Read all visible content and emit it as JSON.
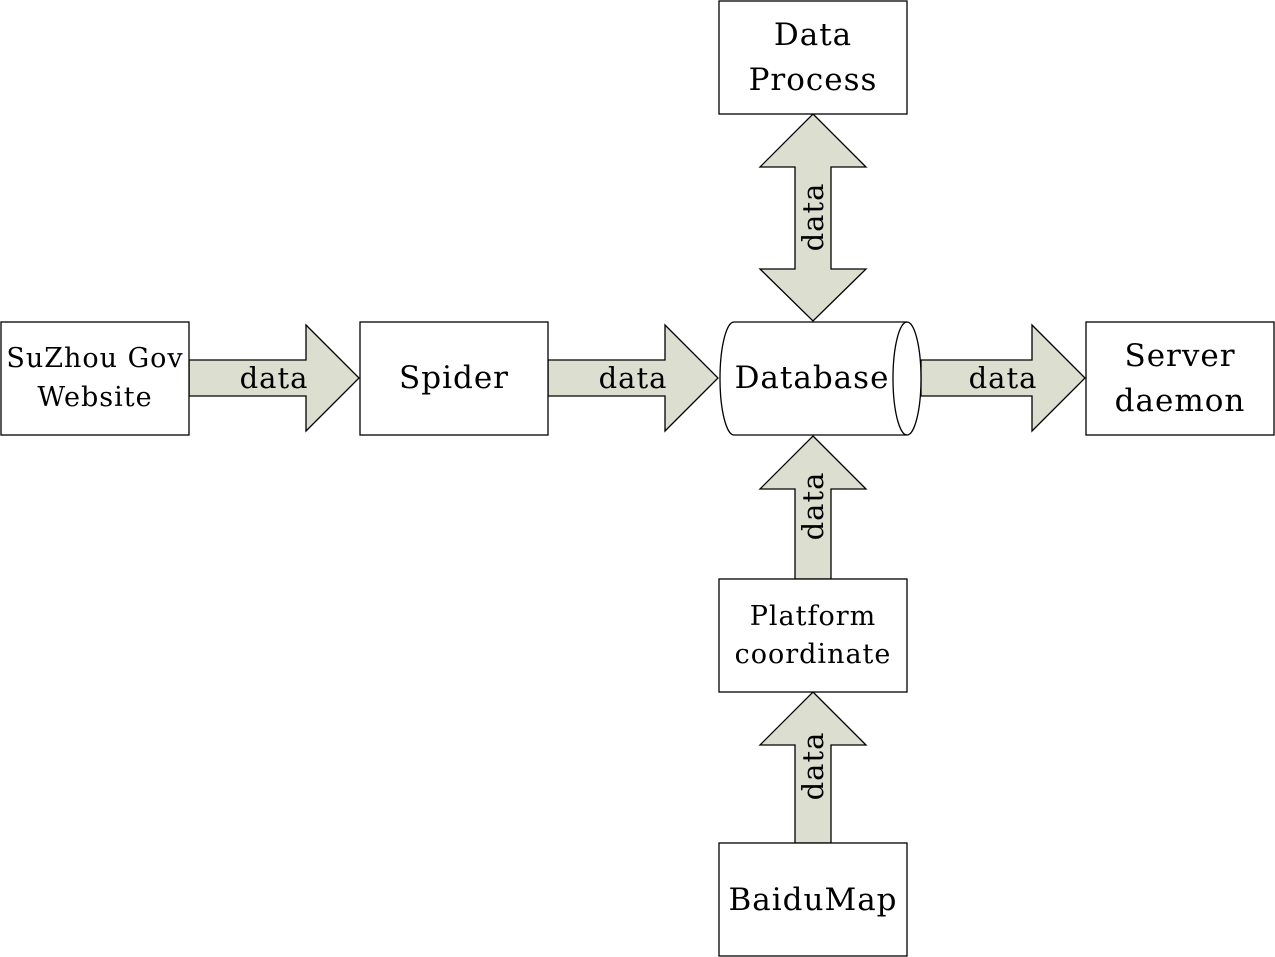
{
  "nodes": {
    "suzhou": {
      "line1": "SuZhou Gov",
      "line2": "Website"
    },
    "spider": {
      "label": "Spider"
    },
    "database": {
      "label": "Database"
    },
    "server": {
      "line1": "Server",
      "line2": "daemon"
    },
    "data_process": {
      "line1": "Data",
      "line2": "Process"
    },
    "platform": {
      "line1": "Platform",
      "line2": "coordinate"
    },
    "baidumap": {
      "label": "BaiduMap"
    }
  },
  "edges": {
    "suzhou_to_spider": "data",
    "spider_to_database": "data",
    "database_to_server": "data",
    "process_database": "data",
    "platform_to_database": "data",
    "baidumap_to_platform": "data"
  },
  "colors": {
    "arrow_fill": "#dcdfcf",
    "stroke": "#000000",
    "box_fill": "#ffffff"
  }
}
